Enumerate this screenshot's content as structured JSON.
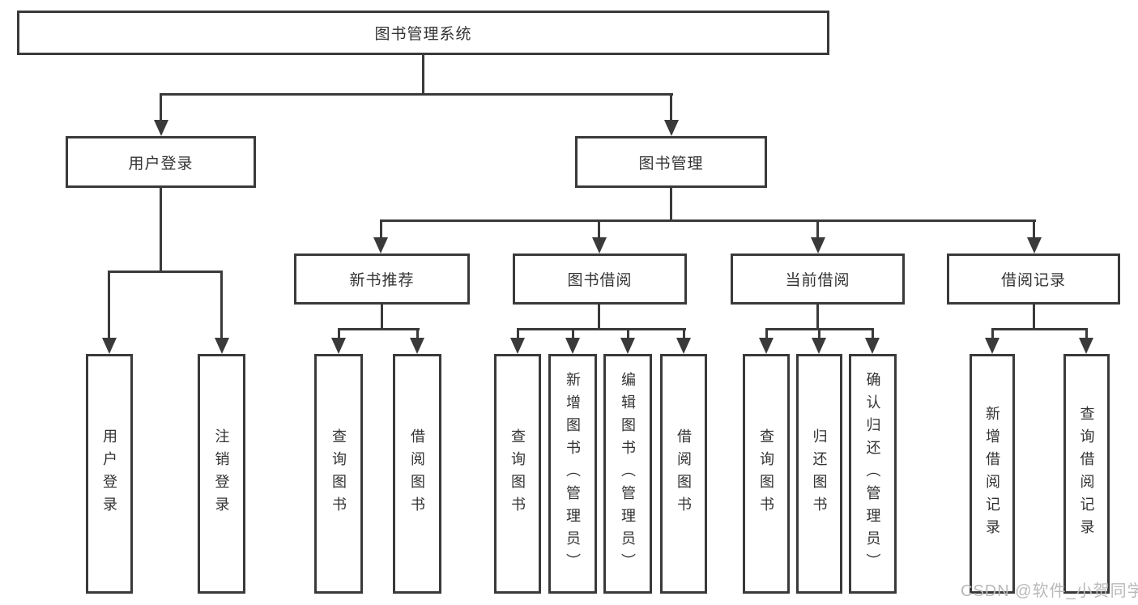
{
  "colors": {
    "line": "#3a3a3a",
    "text": "#333333",
    "watermark": "#b9b9b9",
    "background": "#ffffff"
  },
  "diagram": {
    "root": "图书管理系统",
    "level1": [
      "用户登录",
      "图书管理"
    ],
    "level2": [
      "新书推荐",
      "图书借阅",
      "当前借阅",
      "借阅记录"
    ],
    "leaves": {
      "user_login": [
        "用户登录",
        "注销登录"
      ],
      "new_book_recommend": [
        "查询图书",
        "借阅图书"
      ],
      "book_borrow": [
        "查询图书",
        "新增图书（管理员）",
        "编辑图书（管理员）",
        "借阅图书"
      ],
      "current_borrow": [
        "查询图书",
        "归还图书",
        "确认归还（管理员）"
      ],
      "borrow_record": [
        "新增借阅记录",
        "查询借阅记录"
      ]
    }
  },
  "watermark": "CSDN @软件_小贺同学"
}
